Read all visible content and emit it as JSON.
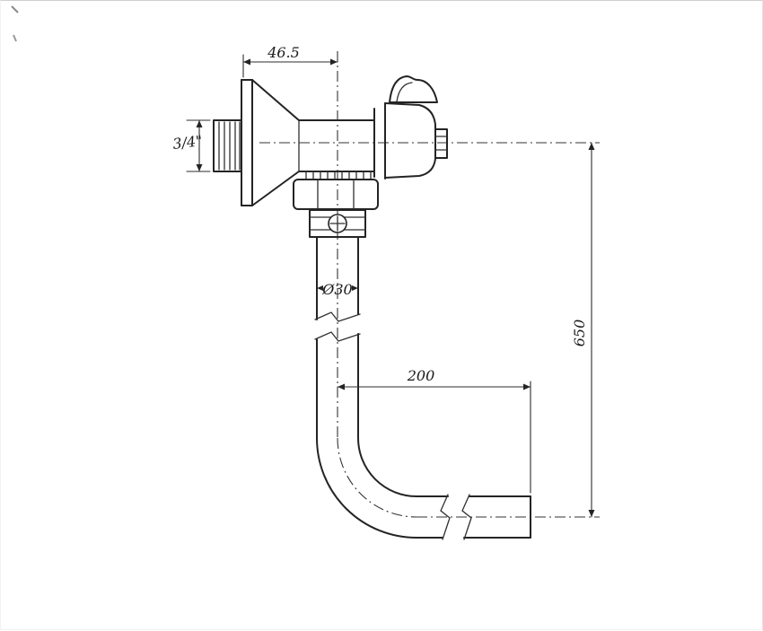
{
  "drawing": {
    "labels": {
      "dim_offset": "46.5",
      "dim_inlet": "3/4\"",
      "dim_diameter": "Ø30",
      "dim_reach": "200",
      "dim_height": "650"
    },
    "colors": {
      "line": "#242424",
      "background": "#ffffff"
    }
  }
}
